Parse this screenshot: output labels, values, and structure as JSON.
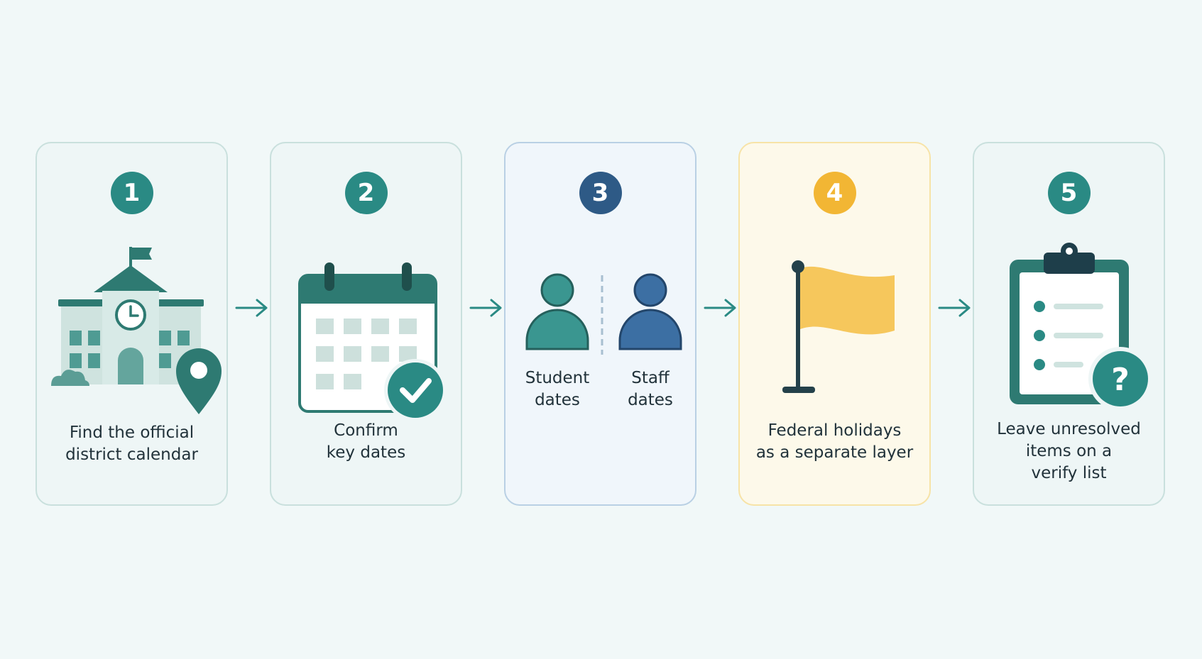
{
  "colors": {
    "teal": "#2a8a84",
    "dark_teal": "#2e7a72",
    "navy": "#2e5a86",
    "yellow": "#f2b634",
    "flag_yellow": "#f6c75c",
    "dark_slate": "#24414a",
    "text": "#21323a"
  },
  "steps": [
    {
      "number": "1",
      "caption": [
        "Find the official",
        "district calendar"
      ],
      "icon": "school-building-with-location-pin-icon"
    },
    {
      "number": "2",
      "caption": [
        "Confirm",
        "key dates"
      ],
      "icon": "calendar-with-checkmark-icon"
    },
    {
      "number": "3",
      "labels": {
        "student": [
          "Student",
          "dates"
        ],
        "staff": [
          "Staff",
          "dates"
        ]
      },
      "icon": "two-people-icon"
    },
    {
      "number": "4",
      "caption": [
        "Federal holidays",
        "as a separate layer"
      ],
      "icon": "flag-icon"
    },
    {
      "number": "5",
      "caption": [
        "Leave unresolved",
        "items on a",
        "verify list"
      ],
      "icon": "clipboard-with-question-mark-icon"
    }
  ]
}
